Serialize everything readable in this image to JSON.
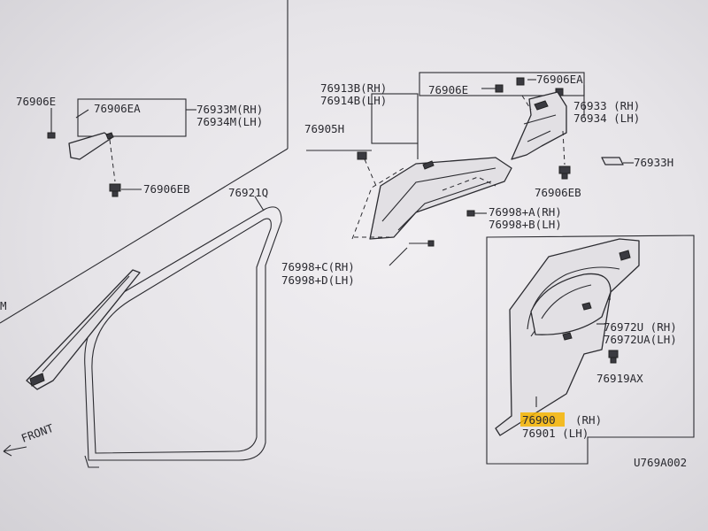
{
  "diagram": {
    "labels": {
      "p76906E": "76906E",
      "p76906EA_left": "76906EA",
      "p76933M": "76933M(RH)",
      "p76934M": "76934M(LH)",
      "p76906EB_left": "76906EB",
      "p76921Q": "76921Q",
      "p76913B": "76913B(RH)",
      "p76914B": "76914B(LH)",
      "p76905H": "76905H",
      "p76998C": "76998+C(RH)",
      "p76998D": "76998+D(LH)",
      "p76906E_right": "76906E",
      "p76906EA_right": "76906EA",
      "p76933": "76933 (RH)",
      "p76934": "76934 (LH)",
      "p76933H": "76933H",
      "p76906EB_right": "76906EB",
      "p76998A": "76998+A(RH)",
      "p76998B": "76998+B(LH)",
      "p76972U": "76972U (RH)",
      "p76972UA": "76972UA(LH)",
      "p76919AX": "76919AX",
      "p76900": "76900",
      "p76900_side": "(RH)",
      "p76901": "76901 (LH)",
      "front": "FRONT",
      "code": "U769A002",
      "edge_m": "M"
    },
    "highlight_color": "#f5b400"
  }
}
